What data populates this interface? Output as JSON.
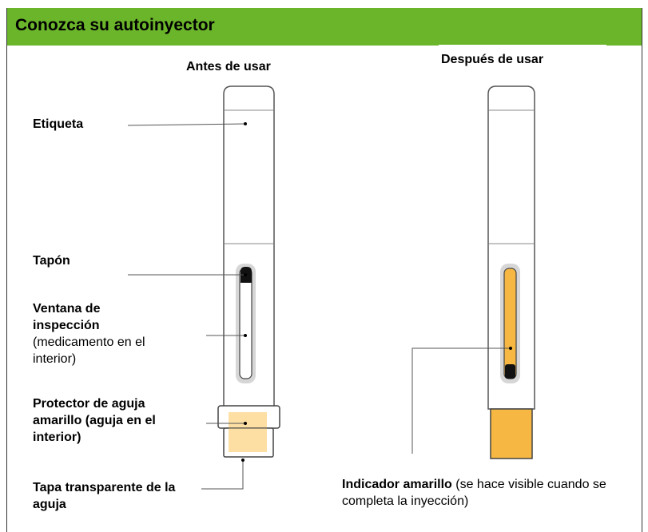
{
  "header": {
    "title": "Conozca su autoinyector"
  },
  "before": {
    "title": "Antes de usar",
    "labels": {
      "etiqueta": "Etiqueta",
      "tapon": "Tapón",
      "ventana_bold": "Ventana de inspección",
      "ventana_rest": "(medicamento en el interior)",
      "protector": "Protector de aguja amarillo (aguja en el interior)",
      "tapa": "Tapa transparente de la aguja"
    }
  },
  "after": {
    "title": "Después de usar",
    "indicator_bold": "Indicador amarillo",
    "indicator_rest": " (se hace visible cuando se completa la inyección)"
  },
  "colors": {
    "header_green": "#6bb52b",
    "yellow": "#f7b843",
    "light_yellow": "#fddfa4",
    "outline": "#555555"
  }
}
